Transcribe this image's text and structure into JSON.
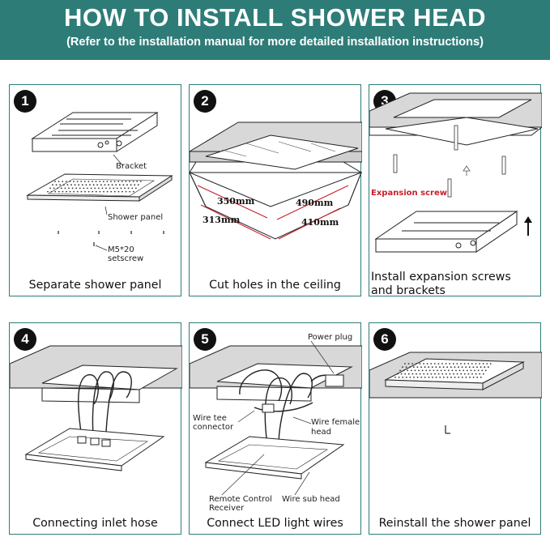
{
  "header": {
    "title": "HOW TO INSTALL SHOWER HEAD",
    "subtitle": "(Refer to the installation manual for more detailed installation instructions)"
  },
  "colors": {
    "accent": "#2e7c78",
    "highlight": "#c8202a"
  },
  "steps": [
    {
      "number": "1",
      "caption": "Separate shower panel",
      "labels": {
        "bracket": "Bracket",
        "shower_panel": "Shower panel",
        "setscrew_line1": "M5*20",
        "setscrew_line2": "setscrew"
      }
    },
    {
      "number": "2",
      "caption": "Cut holes in the ceiling",
      "dimensions": {
        "d1": "350mm",
        "d2": "313mm",
        "d3": "490mm",
        "d4": "410mm"
      }
    },
    {
      "number": "3",
      "caption": "Install expansion screws and brackets",
      "caption_line1": "Install expansion screws",
      "caption_line2": "and brackets",
      "labels": {
        "expansion_screw": "Expansion screw"
      }
    },
    {
      "number": "4",
      "caption": "Connecting inlet hose"
    },
    {
      "number": "5",
      "caption": "Connect LED light wires",
      "labels": {
        "power_plug": "Power plug",
        "wire_tee_line1": "Wire tee",
        "wire_tee_line2": "connector",
        "wire_female_line1": "Wire female",
        "wire_female_line2": "head",
        "remote_line1": "Remote Control",
        "remote_line2": "Receiver",
        "wire_sub_head": "Wire sub head"
      }
    },
    {
      "number": "6",
      "caption": "Reinstall the shower panel"
    }
  ]
}
